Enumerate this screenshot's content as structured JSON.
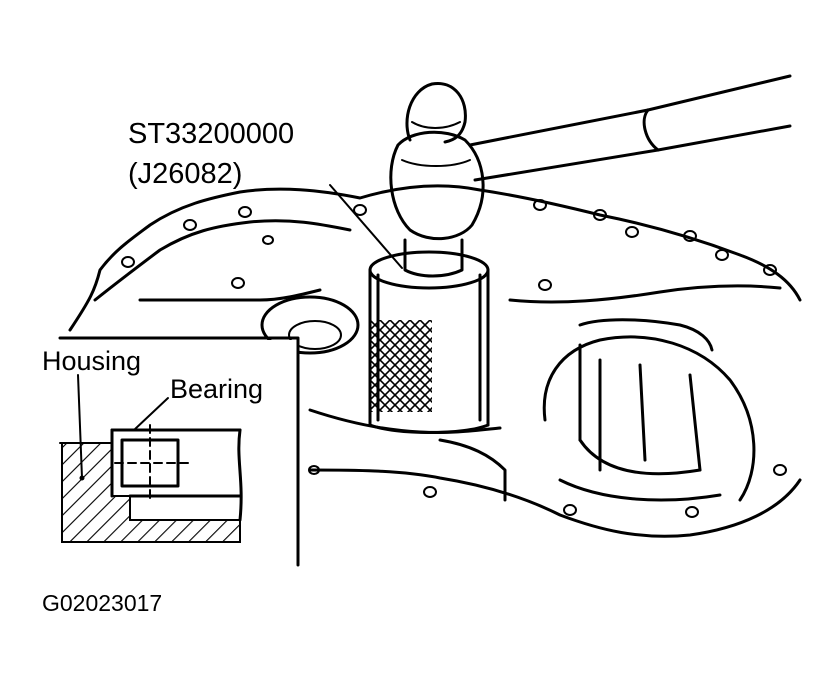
{
  "figure": {
    "tool_number": "ST33200000",
    "tool_alt_number": "(J26082)",
    "inset_labels": {
      "housing": "Housing",
      "bearing": "Bearing"
    },
    "figure_code": "G02023017"
  },
  "colors": {
    "ink": "#000000",
    "paper": "#ffffff"
  }
}
